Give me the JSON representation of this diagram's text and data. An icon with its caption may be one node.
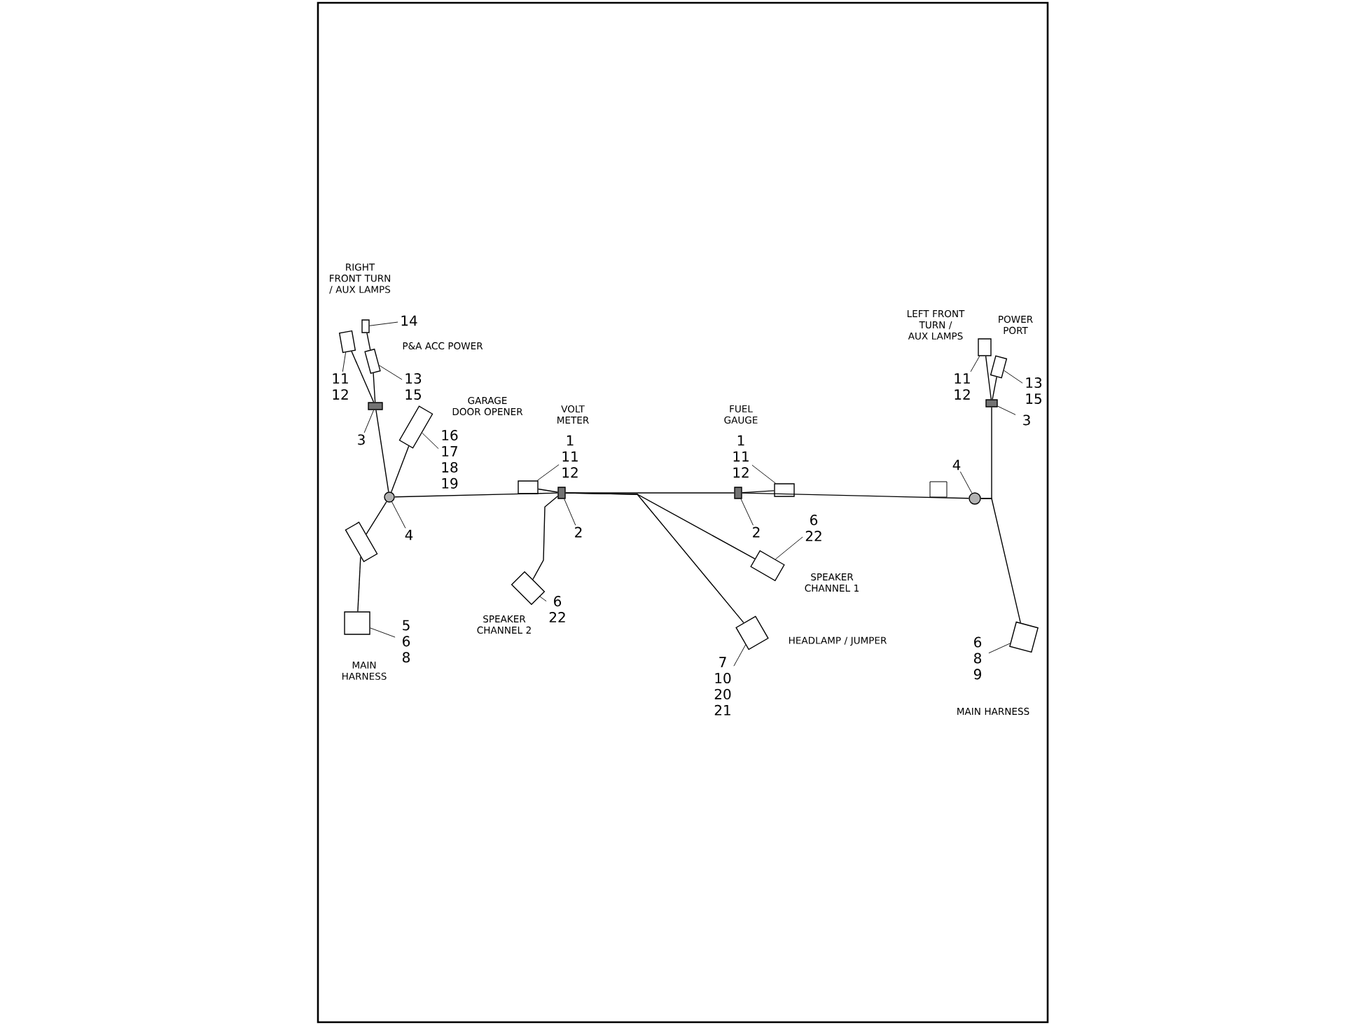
{
  "diagram": {
    "nodes": [
      {
        "text": [],
        "shape": "box"
      },
      {
        "text": [],
        "shape": "box"
      },
      {
        "text": [],
        "shape": "box"
      },
      {
        "text": [],
        "shape": "bar"
      },
      {
        "text": [],
        "shape": "box"
      },
      {
        "text": [],
        "shape": "circle"
      },
      {
        "text": [],
        "shape": "box"
      },
      {
        "text": [],
        "shape": "box"
      },
      {
        "text": [],
        "shape": "box"
      },
      {
        "text": [],
        "shape": "bar"
      },
      {
        "text": [],
        "shape": "box"
      },
      {
        "text": [],
        "shape": "box"
      },
      {
        "text": [],
        "shape": "bar"
      },
      {
        "text": [],
        "shape": "box"
      },
      {
        "text": [],
        "shape": "box"
      },
      {
        "text": [],
        "shape": "box"
      },
      {
        "text": [],
        "shape": "box"
      },
      {
        "text": [],
        "shape": "bar"
      },
      {
        "text": [],
        "shape": "circle"
      },
      {
        "text": [],
        "shape": "box"
      },
      {
        "text": [
          "14"
        ]
      },
      {
        "text": [
          "11 12"
        ]
      },
      {
        "text": [
          "13 15"
        ]
      },
      {
        "text": [
          "3"
        ]
      },
      {
        "text": [
          "16 17 18 19"
        ]
      },
      {
        "text": [
          "4"
        ]
      },
      {
        "text": [
          "5 6 8"
        ]
      },
      {
        "text": [
          "1 11 12"
        ]
      },
      {
        "text": [
          "2"
        ]
      },
      {
        "text": [
          "6 22"
        ]
      },
      {
        "text": [
          "1 11 12"
        ]
      },
      {
        "text": [
          "2"
        ]
      },
      {
        "text": [
          "6 22"
        ]
      },
      {
        "text": [
          "7 10 20 21"
        ]
      },
      {
        "text": [
          "11 12"
        ]
      },
      {
        "text": [
          "13 15"
        ]
      },
      {
        "text": [
          "3"
        ]
      },
      {
        "text": [
          "4"
        ]
      },
      {
        "text": [
          "6 8 9"
        ]
      }
    ],
    "edges": [
      {
        "from": 5,
        "to": 9,
        "arrow": "none"
      },
      {
        "from": 9,
        "to": 12,
        "arrow": "none"
      },
      {
        "from": 12,
        "to": 18,
        "arrow": "none"
      },
      {
        "from": 9,
        "to": 8,
        "arrow": "none"
      },
      {
        "from": 9,
        "to": 10,
        "arrow": "none"
      },
      {
        "from": 12,
        "to": 11,
        "arrow": "none"
      },
      {
        "from": 9,
        "to": 13,
        "arrow": "none"
      },
      {
        "from": 9,
        "to": 14,
        "arrow": "none"
      },
      {
        "from": 5,
        "to": 3,
        "arrow": "none"
      },
      {
        "from": 3,
        "to": 0,
        "arrow": "none"
      },
      {
        "from": 3,
        "to": 2,
        "arrow": "none"
      },
      {
        "from": 1,
        "to": 2,
        "arrow": "none"
      },
      {
        "from": 5,
        "to": 4,
        "arrow": "none"
      },
      {
        "from": 5,
        "to": 6,
        "arrow": "none"
      },
      {
        "from": 6,
        "to": 7,
        "arrow": "none"
      },
      {
        "from": 18,
        "to": 17,
        "arrow": "none"
      },
      {
        "from": 17,
        "to": 15,
        "arrow": "none"
      },
      {
        "from": 17,
        "to": 16,
        "arrow": "none"
      },
      {
        "from": 18,
        "to": 19,
        "arrow": "none"
      },
      {
        "from": 20,
        "to": 1,
        "arrow": "none"
      },
      {
        "from": 21,
        "to": 0,
        "arrow": "none"
      },
      {
        "from": 22,
        "to": 2,
        "arrow": "none"
      },
      {
        "from": 23,
        "to": 3,
        "arrow": "none"
      },
      {
        "from": 24,
        "to": 4,
        "arrow": "none"
      },
      {
        "from": 25,
        "to": 5,
        "arrow": "none"
      },
      {
        "from": 26,
        "to": 7,
        "arrow": "none"
      },
      {
        "from": 27,
        "to": 8,
        "arrow": "none"
      },
      {
        "from": 28,
        "to": 9,
        "arrow": "none"
      },
      {
        "from": 29,
        "to": 10,
        "arrow": "none"
      },
      {
        "from": 30,
        "to": 11,
        "arrow": "none"
      },
      {
        "from": 31,
        "to": 12,
        "arrow": "none"
      },
      {
        "from": 32,
        "to": 13,
        "arrow": "none"
      },
      {
        "from": 33,
        "to": 14,
        "arrow": "none"
      },
      {
        "from": 34,
        "to": 15,
        "arrow": "none"
      },
      {
        "from": 35,
        "to": 16,
        "arrow": "none"
      },
      {
        "from": 36,
        "to": 17,
        "arrow": "none"
      },
      {
        "from": 37,
        "to": 18,
        "arrow": "none"
      },
      {
        "from": 38,
        "to": 19,
        "arrow": "none"
      }
    ],
    "labels": [
      "RIGHT FRONT TURN / AUX LAMPS",
      "LEFT FRONT TURN / AUX LAMPS",
      "POWER PORT",
      "P&A ACC POWER",
      "GARAGE DOOR OPENER",
      "VOLT METER",
      "FUEL GAUGE",
      "SPEAKER CHANNEL 1",
      "SPEAKER CHANNEL 2",
      "HEADLAMP / JUMPER",
      "MAIN HARNESS",
      "MAIN HARNESS"
    ]
  }
}
